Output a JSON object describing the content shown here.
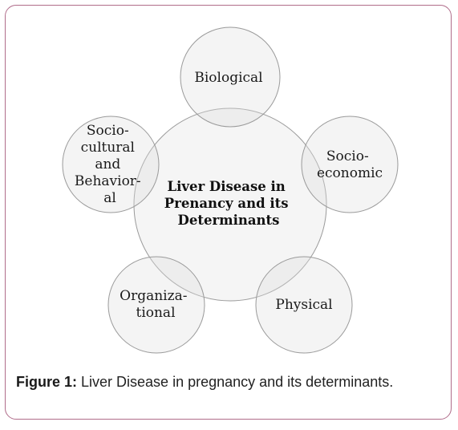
{
  "diagram": {
    "center": {
      "lines": [
        "Liver Disease in",
        "Prenancy  and its",
        "Determinants"
      ]
    },
    "nodes": [
      {
        "id": "biological",
        "lines": [
          "Biological"
        ]
      },
      {
        "id": "socio-economic",
        "lines": [
          "Socio-",
          "economic"
        ]
      },
      {
        "id": "physical",
        "lines": [
          "Physical"
        ]
      },
      {
        "id": "organizational",
        "lines": [
          "Organiza-",
          "tional"
        ]
      },
      {
        "id": "socio-cultural",
        "lines": [
          "Socio-",
          "cultural",
          "and",
          "Behavior-",
          "al"
        ]
      }
    ]
  },
  "caption": {
    "label": "Figure 1:",
    "text": " Liver Disease in pregnancy and its determinants."
  }
}
